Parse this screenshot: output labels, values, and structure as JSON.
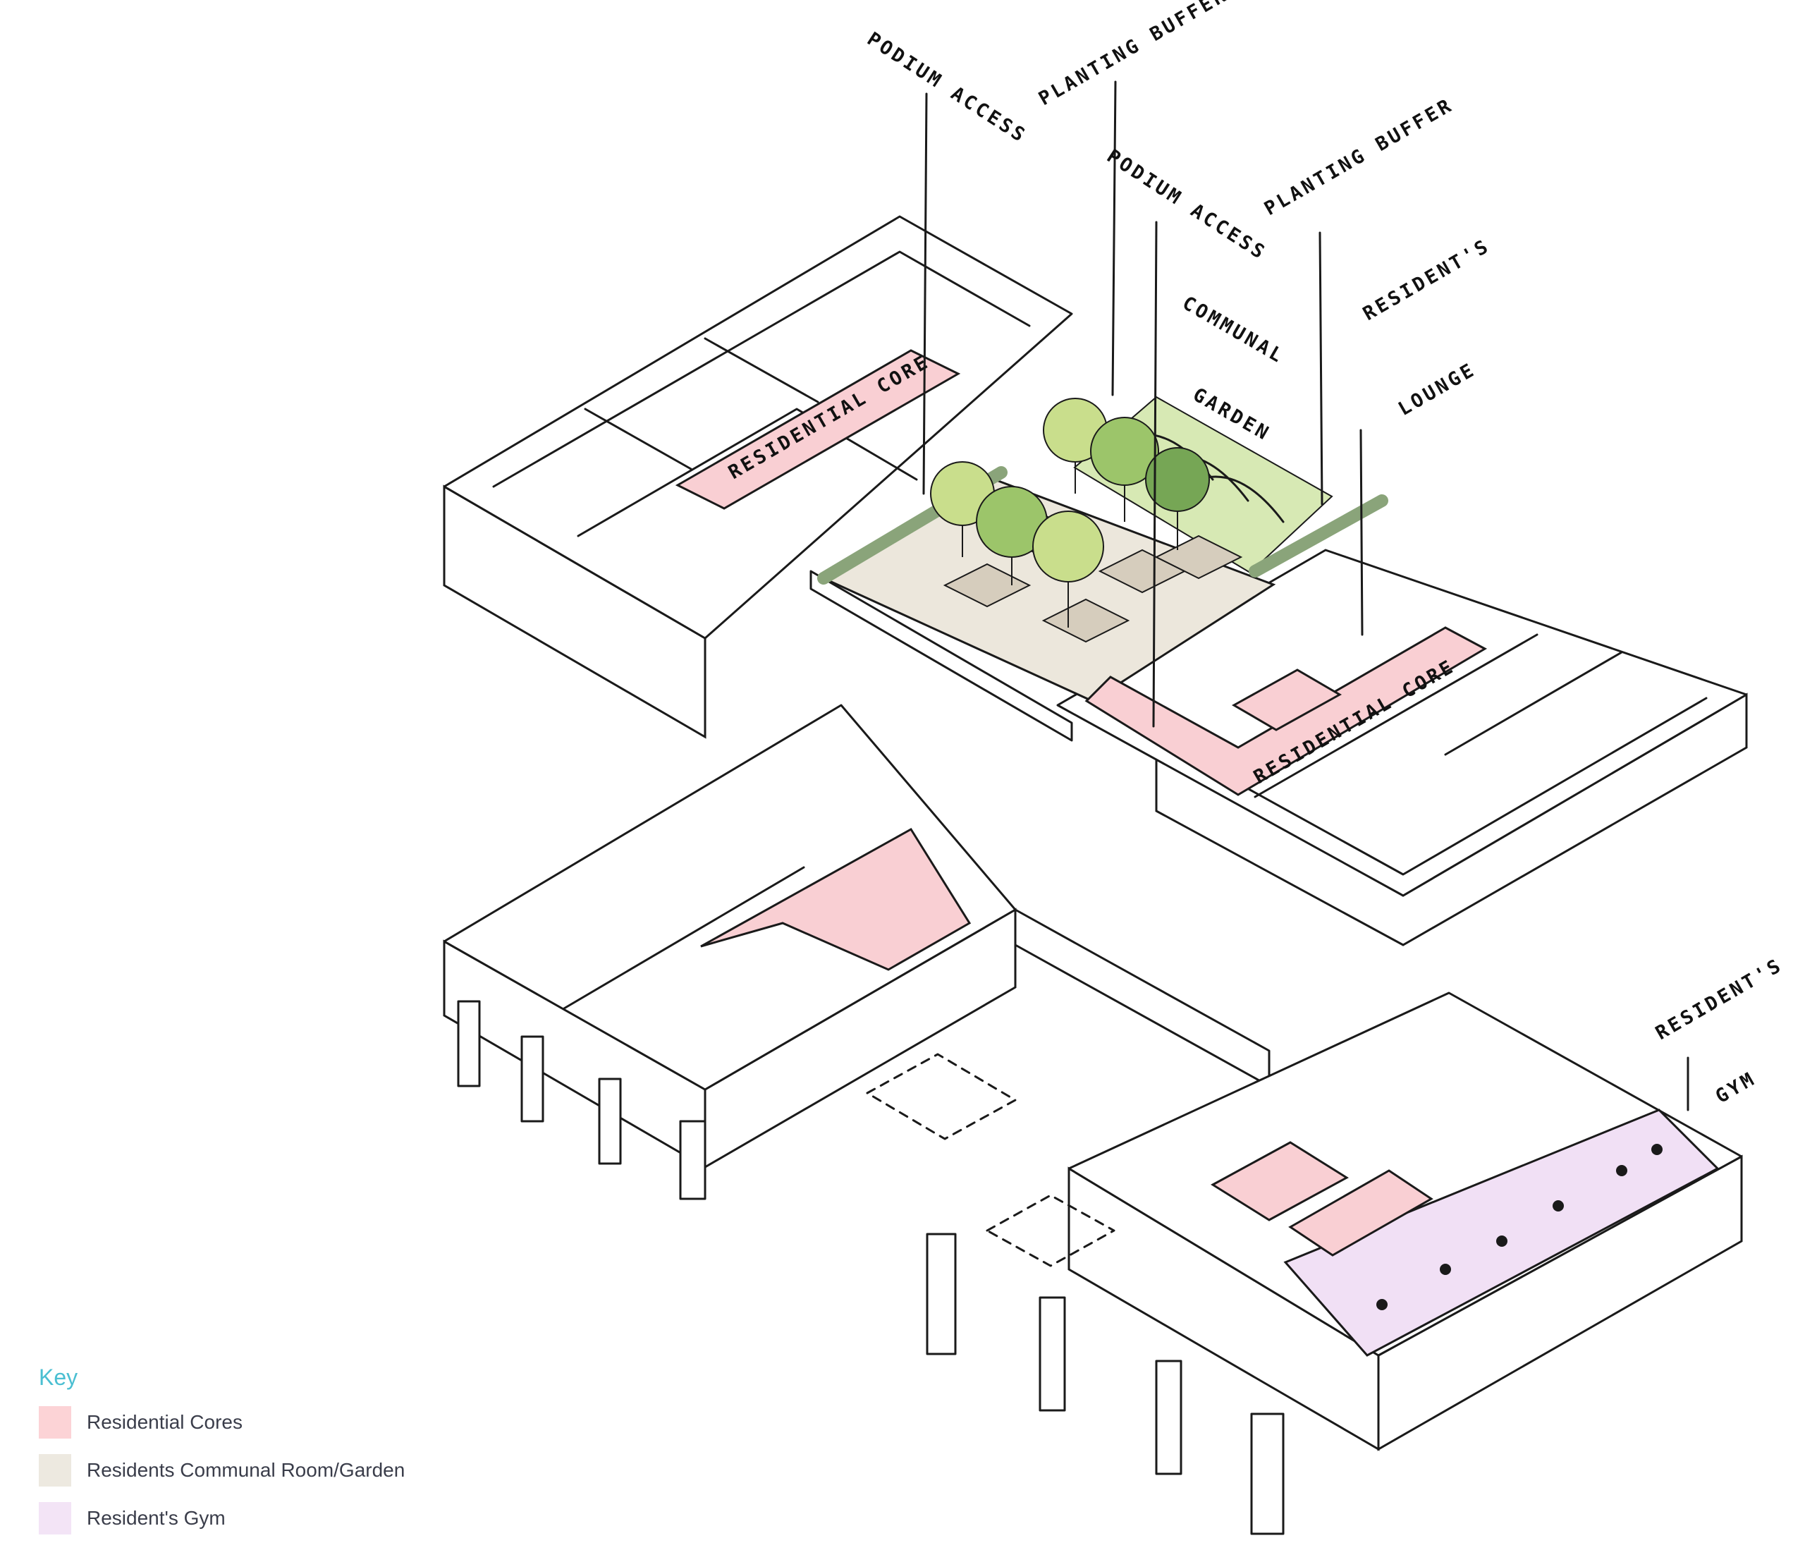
{
  "annotations": {
    "podium_access_1": "PODIUM ACCESS",
    "planting_buffer_1": "PLANTING BUFFER",
    "podium_access_2": "PODIUM ACCESS",
    "planting_buffer_2": "PLANTING BUFFER",
    "residents_lounge_line1": "RESIDENT'S",
    "residents_lounge_line2": "LOUNGE",
    "communal_garden_line1": "COMMUNAL",
    "communal_garden_line2": "GARDEN",
    "residential_core_upper": "RESIDENTIAL CORE",
    "residential_core_lower": "RESIDENTIAL CORE",
    "residents_gym_line1": "RESIDENT'S",
    "residents_gym_line2": "GYM"
  },
  "key": {
    "title": "Key",
    "items": [
      {
        "label": "Residential Cores",
        "color": "#fcd3d6"
      },
      {
        "label": "Residents Communal Room/Garden",
        "color": "#ede9e0"
      },
      {
        "label": "Resident's Gym",
        "color": "#f3e4f6"
      }
    ]
  },
  "colors": {
    "core": "#f9cfd3",
    "garden": "#ece7dc",
    "lawn": "#d7e9b4",
    "gym": "#f1e0f5",
    "tree_light": "#c9de8c",
    "tree_mid": "#9cc56a",
    "tree_dark": "#76a655",
    "hedge": "#8aa47a",
    "key_title": "#4bbfd2"
  }
}
